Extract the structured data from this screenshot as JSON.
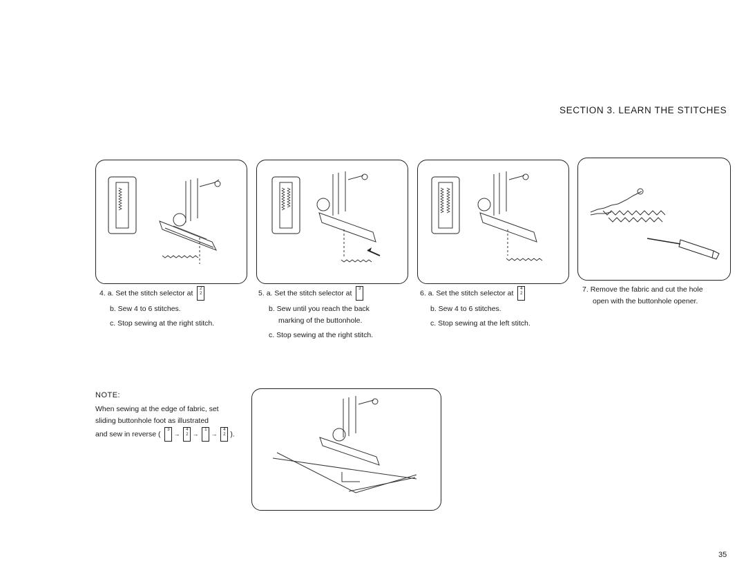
{
  "header": {
    "section_title": "SECTION 3.   LEARN THE STITCHES"
  },
  "steps": [
    {
      "number_label": "4.",
      "a": "a.  Set the stitch selector at",
      "selector_icon": "selector-2-2",
      "b": "b.  Sew 4 to 6 stitches.",
      "c": "c.  Stop sewing at the right stitch."
    },
    {
      "number_label": "5.",
      "a": "a.  Set the stitch selector at",
      "selector_icon": "selector-3",
      "b1": "b.  Sew  until  you  reach  the  back",
      "b2": "marking of the buttonhole.",
      "c": "c.  Stop sewing at the right stitch."
    },
    {
      "number_label": "6.",
      "a": "a.  Set the stitch selector at",
      "selector_icon": "selector-4-2",
      "b": "b.  Sew 4 to 6 stitches.",
      "c": "c.  Stop sewing at the left stitch."
    },
    {
      "number_label": "7.",
      "line1": "Remove  the  fabric  and cut the hole",
      "line2": "open with the buttonhole opener."
    }
  ],
  "selector_digits": {
    "s1": [
      "2",
      "2"
    ],
    "s2": [
      "3"
    ],
    "s3": [
      "4",
      "2"
    ]
  },
  "note": {
    "heading": "NOTE:",
    "line1": "When sewing at the edge of fabric, set",
    "line2": "sliding  buttonhole  foot  as  illustrated",
    "line3_prefix": "and sew in reverse (",
    "line3_suffix": ").",
    "sequence": [
      [
        "3"
      ],
      [
        "4",
        "2"
      ],
      [
        "1"
      ],
      [
        "4",
        "2"
      ]
    ]
  },
  "footer": {
    "page_number": "35"
  }
}
